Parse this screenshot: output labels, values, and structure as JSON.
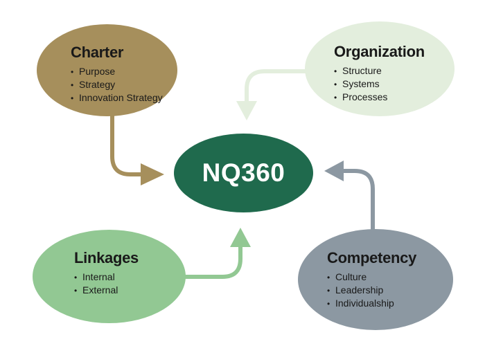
{
  "diagram": {
    "bullet_char": "•",
    "colors": {
      "background": "#ffffff",
      "text": "#191919",
      "center_text": "#ffffff"
    },
    "center": {
      "label": "NQ360",
      "color": "#1f6a4d"
    },
    "nodes": [
      {
        "id": "charter",
        "title": "Charter",
        "bullets": [
          "Purpose",
          "Strategy",
          "Innovation Strategy"
        ],
        "color": "#a68f5c",
        "position": "top-left"
      },
      {
        "id": "organization",
        "title": "Organization",
        "bullets": [
          "Structure",
          "Systems",
          "Processes"
        ],
        "color": "#e3eedd",
        "position": "top-right"
      },
      {
        "id": "linkages",
        "title": "Linkages",
        "bullets": [
          "Internal",
          "External"
        ],
        "color": "#92c893",
        "position": "bottom-left"
      },
      {
        "id": "competency",
        "title": "Competency",
        "bullets": [
          "Culture",
          "Leadership",
          "Individualship"
        ],
        "color": "#8c98a2",
        "position": "bottom-right"
      }
    ],
    "arrows": [
      {
        "from": "charter",
        "to": "center"
      },
      {
        "from": "organization",
        "to": "center"
      },
      {
        "from": "linkages",
        "to": "center"
      },
      {
        "from": "competency",
        "to": "center"
      }
    ]
  }
}
